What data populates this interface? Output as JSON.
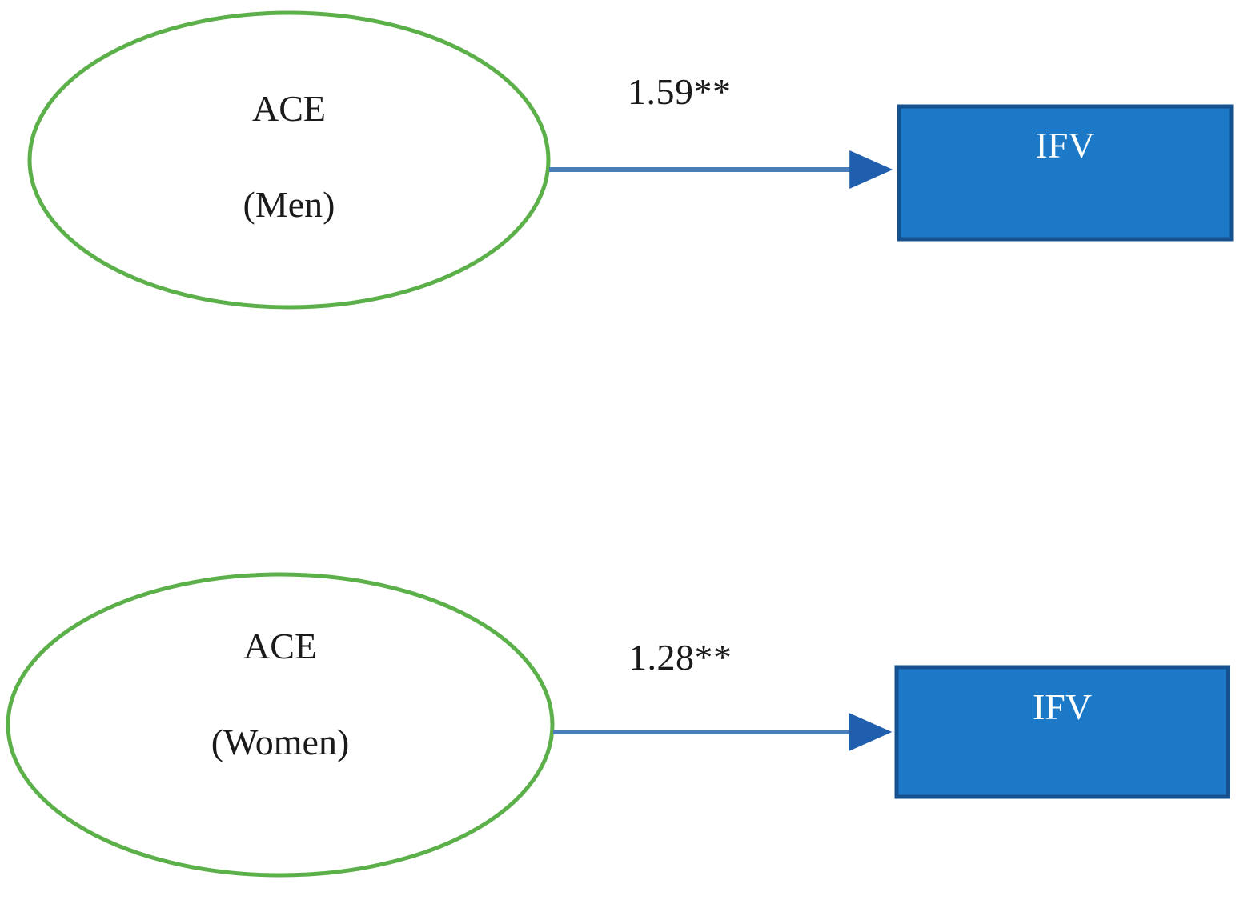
{
  "diagram": {
    "type": "path-model",
    "background_color": "#ffffff",
    "colors": {
      "ellipse_stroke": "#5cb04a",
      "ellipse_fill": "#ffffff",
      "box_fill": "#1b79c8",
      "box_stroke": "#15508f",
      "box_text": "#ffffff",
      "arrow": "#4a7ebb",
      "arrow_head": "#1f5fae",
      "text": "#1a1a1a"
    },
    "models": [
      {
        "id": "men-model",
        "predictor": {
          "shape": "ellipse",
          "line1": "ACE",
          "line2": "(Men)"
        },
        "path": {
          "coefficient": "1.59**",
          "direction": "right"
        },
        "outcome": {
          "shape": "rectangle",
          "label": "IFV"
        }
      },
      {
        "id": "women-model",
        "predictor": {
          "shape": "ellipse",
          "line1": "ACE",
          "line2": "(Women)"
        },
        "path": {
          "coefficient": "1.28**",
          "direction": "right"
        },
        "outcome": {
          "shape": "rectangle",
          "label": "IFV"
        }
      }
    ]
  }
}
